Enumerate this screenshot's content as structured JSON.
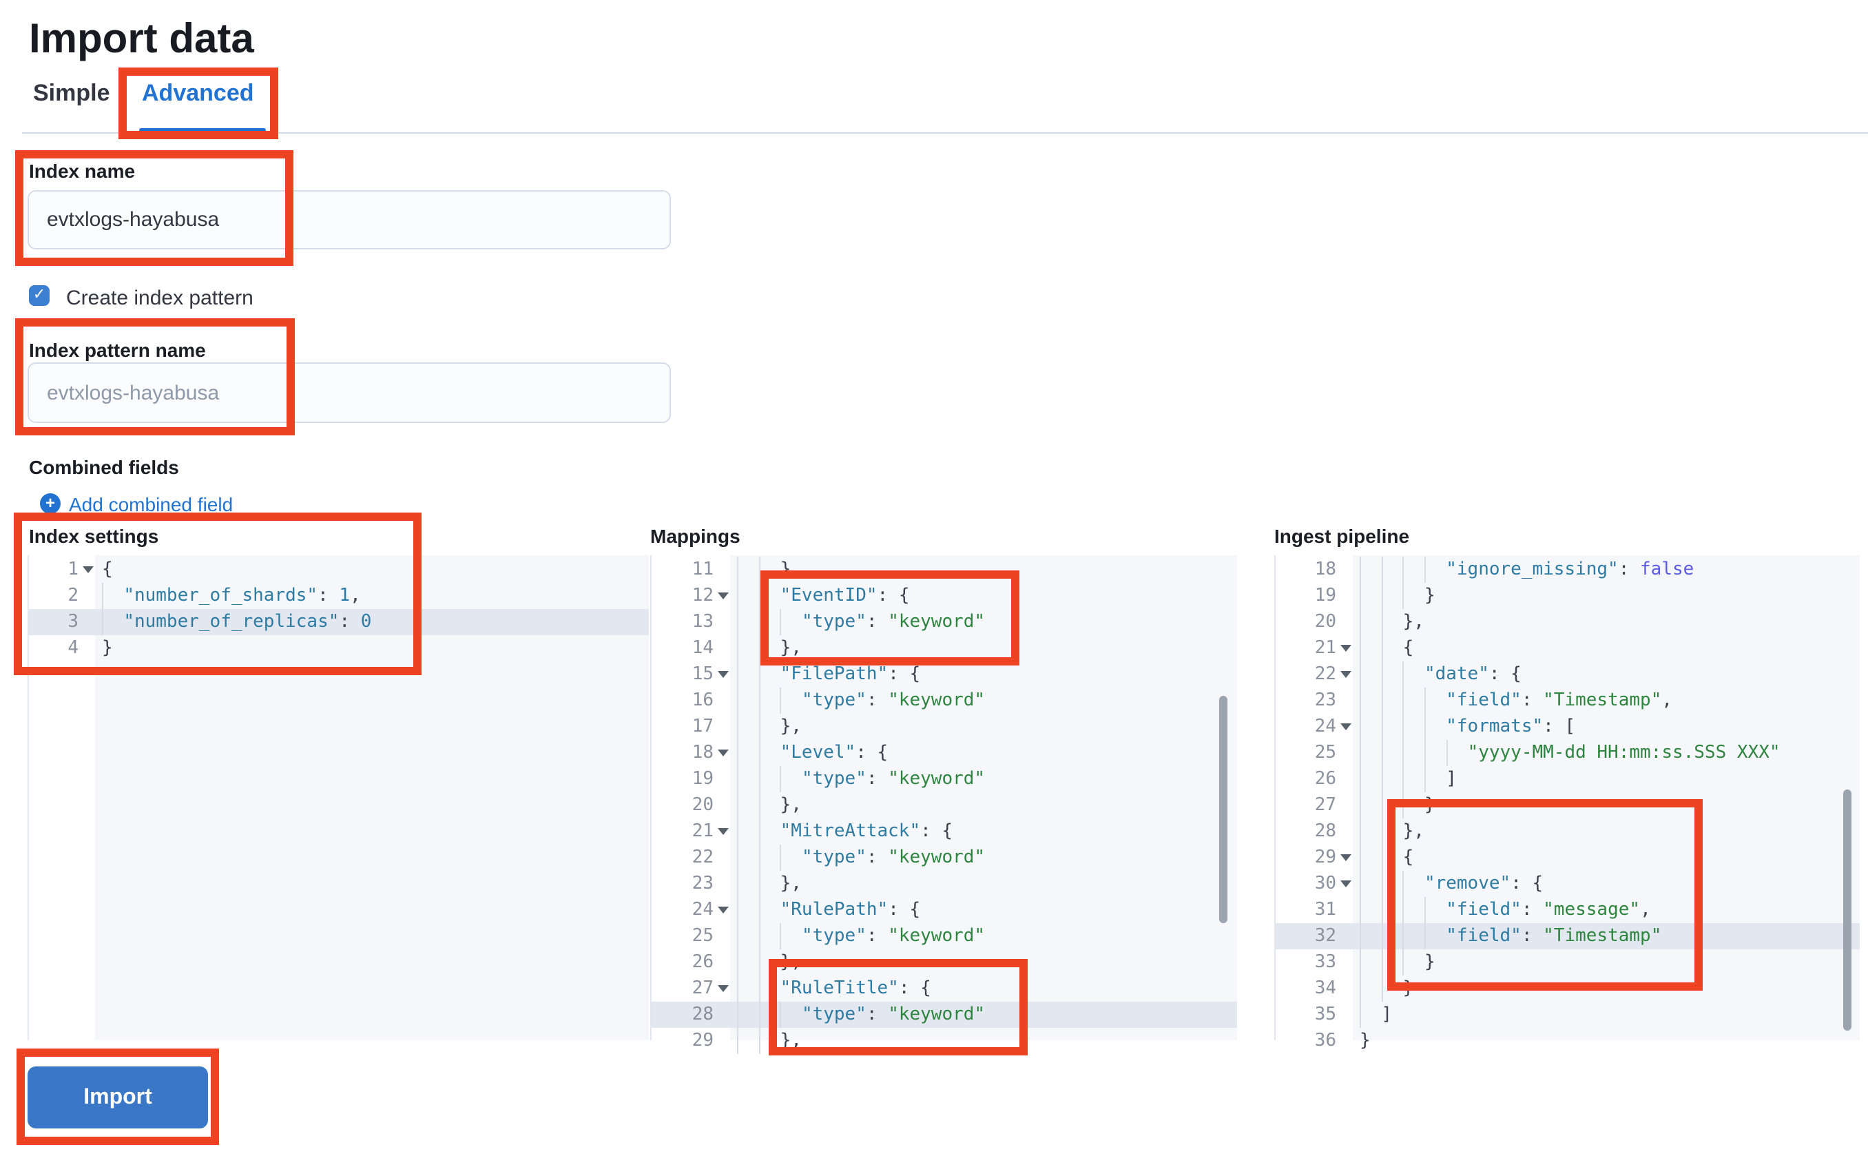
{
  "page": {
    "title": "Import data"
  },
  "tabs": {
    "simple": "Simple",
    "advanced": "Advanced"
  },
  "form": {
    "index_name": {
      "label": "Index name",
      "value": "evtxlogs-hayabusa"
    },
    "create_index_pattern": {
      "label": "Create index pattern",
      "checked": true,
      "check_glyph": "✓"
    },
    "index_pattern_name": {
      "label": "Index pattern name",
      "placeholder": "evtxlogs-hayabusa"
    },
    "combined_fields": {
      "label": "Combined fields",
      "add_link": "Add combined field",
      "plus_glyph": "+"
    }
  },
  "import_button": {
    "label": "Import"
  },
  "colors": {
    "accent_blue": "#2273d1",
    "button_blue": "#3a78c7",
    "checkbox_blue": "#3b7fd0",
    "annotation_red": "#ee4323",
    "code_key": "#2e7ca3",
    "code_string": "#2e8540",
    "code_bool": "#5b5be0",
    "code_number": "#2e7ca3",
    "code_punct": "#3a3f4a",
    "editor_bg": "#f5f7fa",
    "active_line_bg": "#e2e7f0",
    "divider": "#d3dae6"
  },
  "editors": [
    {
      "label": "Index settings",
      "lines": [
        {
          "n": 1,
          "fold": true,
          "indent": 0,
          "tokens": [
            [
              "punct",
              "{"
            ]
          ]
        },
        {
          "n": 2,
          "indent": 2,
          "tokens": [
            [
              "key",
              "\"number_of_shards\""
            ],
            [
              "punct",
              ": "
            ],
            [
              "num",
              "1"
            ],
            [
              "punct",
              ","
            ]
          ]
        },
        {
          "n": 3,
          "indent": 2,
          "active": true,
          "tokens": [
            [
              "key",
              "\"number_of_replicas\""
            ],
            [
              "punct",
              ": "
            ],
            [
              "num",
              "0"
            ]
          ]
        },
        {
          "n": 4,
          "indent": 0,
          "tokens": [
            [
              "punct",
              "}"
            ]
          ]
        }
      ]
    },
    {
      "label": "Mappings",
      "lines": [
        {
          "n": 11,
          "indent": 4,
          "tokens": [
            [
              "punct",
              "},"
            ]
          ]
        },
        {
          "n": 12,
          "fold": true,
          "indent": 4,
          "tokens": [
            [
              "key",
              "\"EventID\""
            ],
            [
              "punct",
              ": {"
            ]
          ]
        },
        {
          "n": 13,
          "indent": 6,
          "tokens": [
            [
              "key",
              "\"type\""
            ],
            [
              "punct",
              ": "
            ],
            [
              "str",
              "\"keyword\""
            ]
          ]
        },
        {
          "n": 14,
          "indent": 4,
          "tokens": [
            [
              "punct",
              "},"
            ]
          ]
        },
        {
          "n": 15,
          "fold": true,
          "indent": 4,
          "tokens": [
            [
              "key",
              "\"FilePath\""
            ],
            [
              "punct",
              ": {"
            ]
          ]
        },
        {
          "n": 16,
          "indent": 6,
          "tokens": [
            [
              "key",
              "\"type\""
            ],
            [
              "punct",
              ": "
            ],
            [
              "str",
              "\"keyword\""
            ]
          ]
        },
        {
          "n": 17,
          "indent": 4,
          "tokens": [
            [
              "punct",
              "},"
            ]
          ]
        },
        {
          "n": 18,
          "fold": true,
          "indent": 4,
          "tokens": [
            [
              "key",
              "\"Level\""
            ],
            [
              "punct",
              ": {"
            ]
          ]
        },
        {
          "n": 19,
          "indent": 6,
          "tokens": [
            [
              "key",
              "\"type\""
            ],
            [
              "punct",
              ": "
            ],
            [
              "str",
              "\"keyword\""
            ]
          ]
        },
        {
          "n": 20,
          "indent": 4,
          "tokens": [
            [
              "punct",
              "},"
            ]
          ]
        },
        {
          "n": 21,
          "fold": true,
          "indent": 4,
          "tokens": [
            [
              "key",
              "\"MitreAttack\""
            ],
            [
              "punct",
              ": {"
            ]
          ]
        },
        {
          "n": 22,
          "indent": 6,
          "tokens": [
            [
              "key",
              "\"type\""
            ],
            [
              "punct",
              ": "
            ],
            [
              "str",
              "\"keyword\""
            ]
          ]
        },
        {
          "n": 23,
          "indent": 4,
          "tokens": [
            [
              "punct",
              "},"
            ]
          ]
        },
        {
          "n": 24,
          "fold": true,
          "indent": 4,
          "tokens": [
            [
              "key",
              "\"RulePath\""
            ],
            [
              "punct",
              ": {"
            ]
          ]
        },
        {
          "n": 25,
          "indent": 6,
          "tokens": [
            [
              "key",
              "\"type\""
            ],
            [
              "punct",
              ": "
            ],
            [
              "str",
              "\"keyword\""
            ]
          ]
        },
        {
          "n": 26,
          "indent": 4,
          "tokens": [
            [
              "punct",
              "},"
            ]
          ]
        },
        {
          "n": 27,
          "fold": true,
          "indent": 4,
          "tokens": [
            [
              "key",
              "\"RuleTitle\""
            ],
            [
              "punct",
              ": {"
            ]
          ]
        },
        {
          "n": 28,
          "indent": 6,
          "active": true,
          "tokens": [
            [
              "key",
              "\"type\""
            ],
            [
              "punct",
              ": "
            ],
            [
              "str",
              "\"keyword\""
            ]
          ]
        },
        {
          "n": 29,
          "indent": 4,
          "tokens": [
            [
              "punct",
              "},"
            ]
          ]
        }
      ]
    },
    {
      "label": "Ingest pipeline",
      "lines": [
        {
          "n": 18,
          "indent": 8,
          "tokens": [
            [
              "key",
              "\"ignore_missing\""
            ],
            [
              "punct",
              ": "
            ],
            [
              "bool",
              "false"
            ]
          ]
        },
        {
          "n": 19,
          "indent": 6,
          "tokens": [
            [
              "punct",
              "}"
            ]
          ]
        },
        {
          "n": 20,
          "indent": 4,
          "tokens": [
            [
              "punct",
              "},"
            ]
          ]
        },
        {
          "n": 21,
          "fold": true,
          "indent": 4,
          "tokens": [
            [
              "punct",
              "{"
            ]
          ]
        },
        {
          "n": 22,
          "fold": true,
          "indent": 6,
          "tokens": [
            [
              "key",
              "\"date\""
            ],
            [
              "punct",
              ": {"
            ]
          ]
        },
        {
          "n": 23,
          "indent": 8,
          "tokens": [
            [
              "key",
              "\"field\""
            ],
            [
              "punct",
              ": "
            ],
            [
              "str",
              "\"Timestamp\""
            ],
            [
              "punct",
              ","
            ]
          ]
        },
        {
          "n": 24,
          "fold": true,
          "indent": 8,
          "tokens": [
            [
              "key",
              "\"formats\""
            ],
            [
              "punct",
              ": ["
            ]
          ]
        },
        {
          "n": 25,
          "indent": 10,
          "tokens": [
            [
              "str",
              "\"yyyy-MM-dd HH:mm:ss.SSS XXX\""
            ]
          ]
        },
        {
          "n": 26,
          "indent": 8,
          "tokens": [
            [
              "punct",
              "]"
            ]
          ]
        },
        {
          "n": 27,
          "indent": 6,
          "tokens": [
            [
              "punct",
              "}"
            ]
          ]
        },
        {
          "n": 28,
          "indent": 4,
          "tokens": [
            [
              "punct",
              "},"
            ]
          ]
        },
        {
          "n": 29,
          "fold": true,
          "indent": 4,
          "tokens": [
            [
              "punct",
              "{"
            ]
          ]
        },
        {
          "n": 30,
          "fold": true,
          "indent": 6,
          "tokens": [
            [
              "key",
              "\"remove\""
            ],
            [
              "punct",
              ": {"
            ]
          ]
        },
        {
          "n": 31,
          "indent": 8,
          "tokens": [
            [
              "key",
              "\"field\""
            ],
            [
              "punct",
              ": "
            ],
            [
              "str",
              "\"message\""
            ],
            [
              "punct",
              ","
            ]
          ]
        },
        {
          "n": 32,
          "indent": 8,
          "active": true,
          "tokens": [
            [
              "key",
              "\"field\""
            ],
            [
              "punct",
              ": "
            ],
            [
              "str",
              "\"Timestamp\""
            ]
          ]
        },
        {
          "n": 33,
          "indent": 6,
          "tokens": [
            [
              "punct",
              "}"
            ]
          ]
        },
        {
          "n": 34,
          "indent": 4,
          "tokens": [
            [
              "punct",
              "}"
            ]
          ]
        },
        {
          "n": 35,
          "indent": 2,
          "tokens": [
            [
              "punct",
              "]"
            ]
          ]
        },
        {
          "n": 36,
          "indent": 0,
          "tokens": [
            [
              "punct",
              "}"
            ]
          ]
        }
      ]
    }
  ]
}
